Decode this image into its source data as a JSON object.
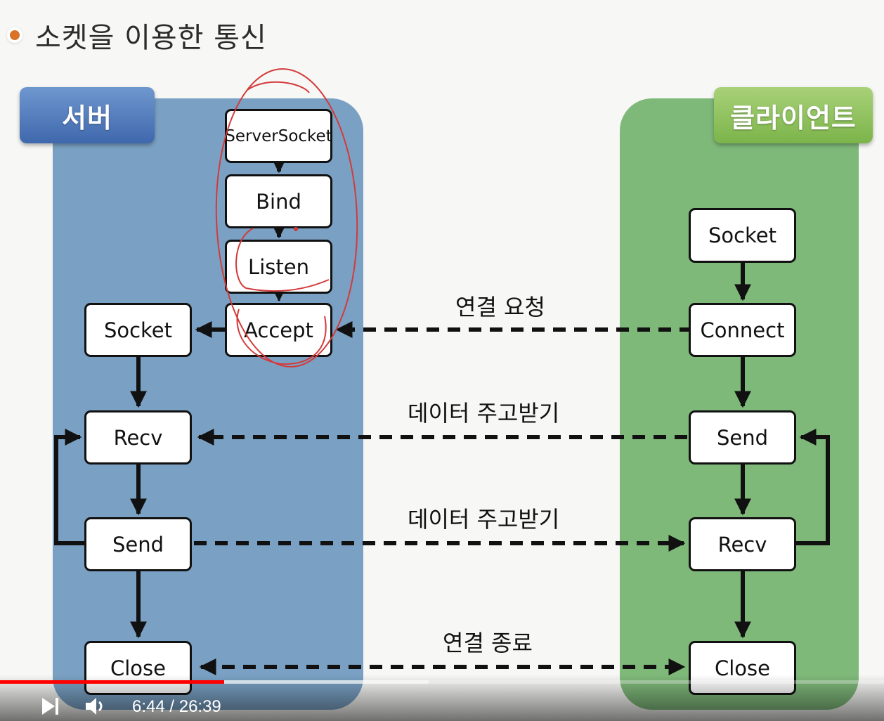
{
  "slide": {
    "title": "소켓을 이용한 통신",
    "server_tag": "서버",
    "client_tag": "클라이언트",
    "server_nodes": {
      "server_socket": "ServerSocket",
      "bind": "Bind",
      "listen": "Listen",
      "accept": "Accept",
      "socket": "Socket",
      "recv": "Recv",
      "send": "Send",
      "close": "Close"
    },
    "client_nodes": {
      "socket": "Socket",
      "connect": "Connect",
      "send": "Send",
      "recv": "Recv",
      "close": "Close"
    },
    "labels": {
      "connect_request": "연결 요청",
      "data_exchange_1": "데이터 주고받기",
      "data_exchange_2": "데이터 주고받기",
      "connection_close": "연결 종료"
    },
    "colors": {
      "server_panel": "#7aa1c4",
      "client_panel": "#7fb97a",
      "server_tag": "#4a74b8",
      "client_tag": "#8cc05a",
      "annotation": "#d23a3a",
      "bullet": "#d9732a"
    }
  },
  "player": {
    "time_display": "6:44 / 26:39",
    "progress_fraction": 0.2536,
    "buffered_fraction": 0.485,
    "next_icon": "skip-next-icon",
    "volume_icon": "volume-icon"
  }
}
